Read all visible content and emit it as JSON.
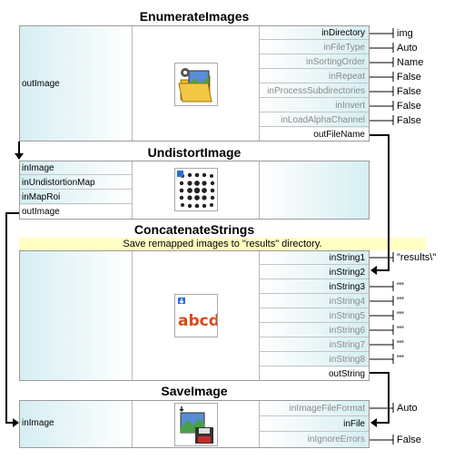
{
  "nodes": {
    "enumerate": {
      "title": "EnumerateImages",
      "outputs_left": [
        "outImage"
      ],
      "inputs": [
        "inDirectory",
        "inFileType",
        "inSortingOrder",
        "inRepeat",
        "inProcessSubdirectories",
        "inInvert",
        "inLoadAlphaChannel"
      ],
      "output_right": "outFileName",
      "values": [
        "img",
        "Auto",
        "Name",
        "False",
        "False",
        "False",
        "False"
      ]
    },
    "undistort": {
      "title": "UndistortImage",
      "ports": [
        "inImage",
        "inUndistortionMap",
        "inMapRoi",
        "outImage"
      ]
    },
    "concat": {
      "title": "ConcatenateStrings",
      "comment": "Save remapped images to \"results\" directory.",
      "inputs": [
        "inString1",
        "inString2",
        "inString3",
        "inString4",
        "inString5",
        "inString6",
        "inString7",
        "inString8"
      ],
      "output": "outString",
      "values": [
        "\"results\\\"",
        "",
        "\"\"",
        "\"\"",
        "\"\"",
        "\"\"",
        "\"\"",
        "\"\""
      ]
    },
    "save": {
      "title": "SaveImage",
      "input_left": "inImage",
      "inputs": [
        "inImageFileFormat",
        "inFile",
        "inIgnoreErrors"
      ],
      "values": [
        "Auto",
        "",
        "False"
      ]
    }
  },
  "icons": {
    "enumerate": "folder-images-gear-icon",
    "undistort": "distorted-grid-icon",
    "concat": "abcd-text-icon",
    "save": "save-image-disk-icon"
  },
  "colors": {
    "port_gradient": "#d6eef2",
    "comment_bg": "#ffffc4",
    "wire": "#000000"
  }
}
